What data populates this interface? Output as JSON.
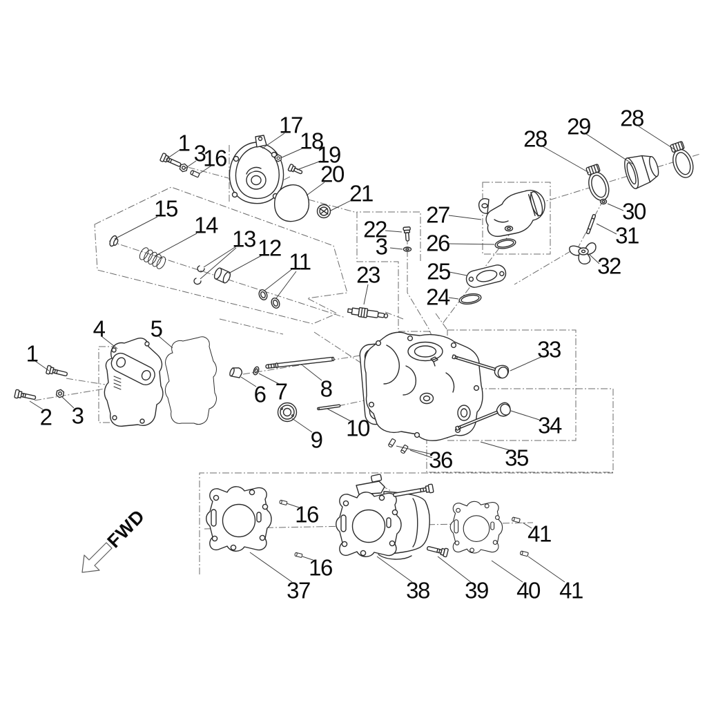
{
  "diagram": {
    "fwd_label": "FWD",
    "line_color": "#2b2b2b",
    "dash_color": "#6a6a6a",
    "background": "#ffffff",
    "callouts": [
      "1",
      "3",
      "16",
      "17",
      "18",
      "19",
      "20",
      "21",
      "15",
      "14",
      "13",
      "12",
      "11",
      "22",
      "3",
      "23",
      "27",
      "26",
      "25",
      "24",
      "28",
      "29",
      "28",
      "30",
      "31",
      "32",
      "33",
      "34",
      "35",
      "36",
      "4",
      "5",
      "1",
      "2",
      "3",
      "6",
      "7",
      "8",
      "9",
      "10",
      "16",
      "16",
      "37",
      "38",
      "39",
      "40",
      "41",
      "41"
    ]
  }
}
